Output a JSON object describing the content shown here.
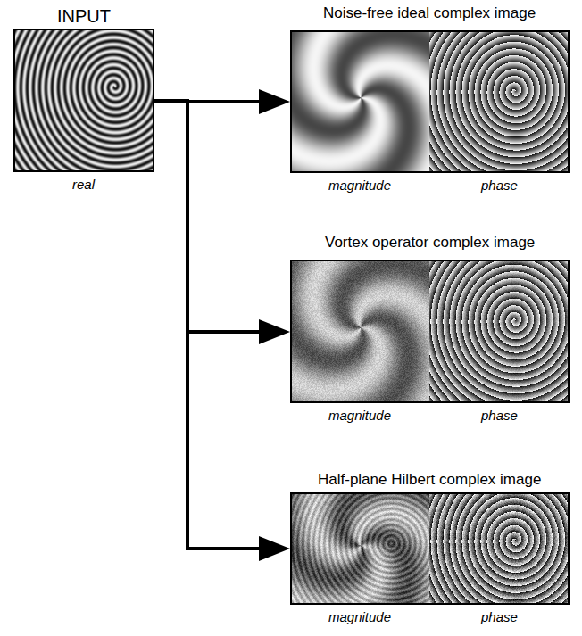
{
  "diagram": {
    "nodes": [
      {
        "text": [
          "INPUT",
          "real"
        ]
      },
      {
        "text": [
          "Noise-free ideal complex image",
          "magnitude",
          "phase"
        ]
      },
      {
        "text": [
          "Vortex operator complex image",
          "magnitude",
          "phase"
        ]
      },
      {
        "text": [
          "Half-plane Hilbert complex image",
          "magnitude",
          "phase"
        ]
      }
    ],
    "edges": [
      {
        "from": 0,
        "to": 1,
        "arrow": "to"
      },
      {
        "from": 0,
        "to": 2,
        "arrow": "to"
      },
      {
        "from": 0,
        "to": 3,
        "arrow": "to"
      }
    ]
  }
}
